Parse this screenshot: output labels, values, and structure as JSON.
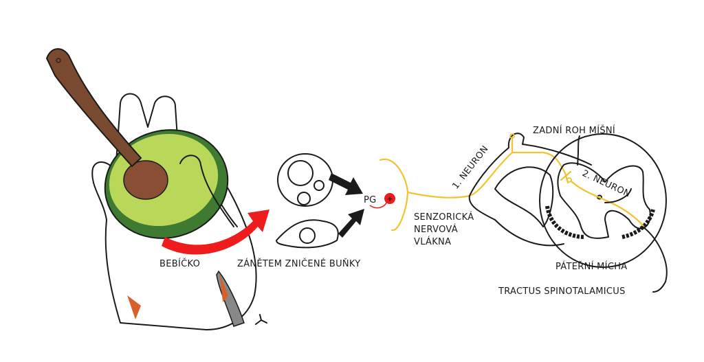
{
  "labels": {
    "injury": "BEBÍČKO",
    "damaged_cells": "ZÁNĚTEM ZNIČENÉ BUŇKY",
    "pg": "PG",
    "pg_sign": "+",
    "sensory_fibers": [
      "SENZORICKÁ",
      "NERVOVÁ",
      "VLÁKNA"
    ],
    "neuron1": "1. NEURON",
    "dorsal_horn": "ZADNÍ ROH MÍŠNÍ",
    "neuron2": "2. NEURON",
    "spinal_cord": "PÁTEŘNÍ MÍCHA",
    "tract": "TRACTUS SPINOTALAMICUS"
  },
  "colors": {
    "arrow": "#ee1c1c",
    "nerve": "#f2c230",
    "avocado_flesh": "#b9d85a",
    "avocado_skin": "#3f7a32",
    "seed": "#8a4e35",
    "spoon": "#7a4a30",
    "wound": "#d9602a"
  }
}
